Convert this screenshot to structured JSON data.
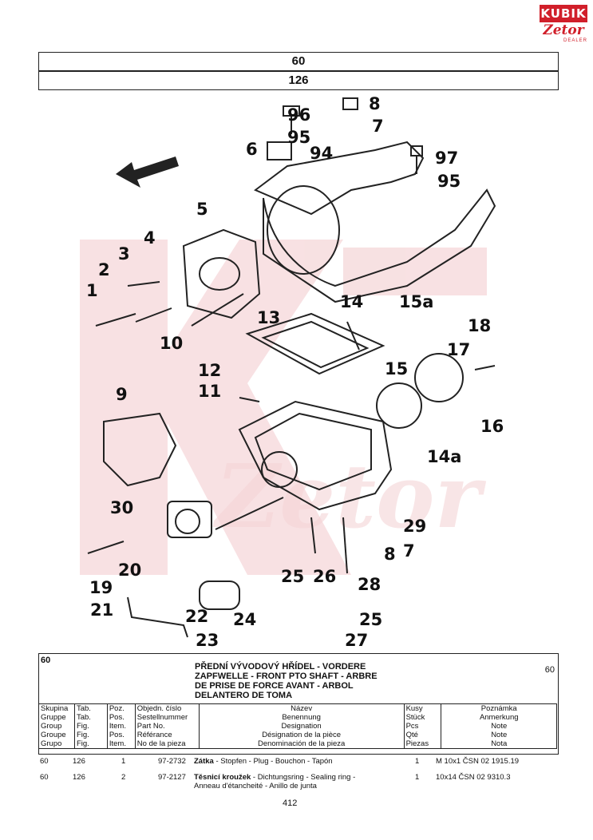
{
  "logo": {
    "brand": "KUBIK",
    "sub": "Zetor",
    "dealer": "DEALER"
  },
  "header": {
    "group": "60",
    "table": "126"
  },
  "callouts": [
    "96",
    "8",
    "95",
    "7",
    "6",
    "94",
    "97",
    "95",
    "5",
    "4",
    "3",
    "2",
    "1",
    "10",
    "13",
    "14",
    "15a",
    "18",
    "17",
    "12",
    "11",
    "15",
    "16",
    "14a",
    "9",
    "30",
    "29",
    "8",
    "7",
    "20",
    "19",
    "25",
    "26",
    "28",
    "21",
    "22",
    "24",
    "23",
    "25",
    "27"
  ],
  "panel": {
    "group_left": "60",
    "group_right": "60",
    "title_lines": [
      "PŘEDNÍ VÝVODOVÝ HŘÍDEL - VORDERE",
      "ZAPFWELLE - FRONT PTO SHAFT - ARBRE",
      "DE PRISE DE FORCE AVANT - ARBOL",
      "DELANTERO DE TOMA"
    ],
    "columns": [
      [
        "Skupina",
        "Gruppe",
        "Group",
        "Groupe",
        "Grupo"
      ],
      [
        "Tab.",
        "Tab.",
        "Fig.",
        "Fig.",
        "Fig."
      ],
      [
        "Poz.",
        "Pos.",
        "Item.",
        "Pos.",
        "Item."
      ],
      [
        "Objedn. číslo",
        "Sestellnummer",
        "Part No.",
        "Référance",
        "No de la pieza"
      ],
      [
        "Název",
        "Benennung",
        "Designation",
        "Désignation de la pièce",
        "Denominación de la pieza"
      ],
      [
        "Kusy",
        "Stück",
        "Pcs",
        "Qté",
        "Piezas"
      ],
      [
        "Poznámka",
        "Anmerkung",
        "Note",
        "Note",
        "Nota"
      ]
    ]
  },
  "rows": [
    {
      "group": "60",
      "table": "126",
      "pos": "1",
      "part": "97-2732",
      "name_bold": "Zátka",
      "name": " - Stopfen - Plug - Bouchon - Tapón",
      "name2": "",
      "qty": "1",
      "note": "M 10x1 ČSN 02 1915.19"
    },
    {
      "group": "60",
      "table": "126",
      "pos": "2",
      "part": "97-2127",
      "name_bold": "Těsnicí kroužek",
      "name": " - Dichtungsring - Sealing ring -",
      "name2": "Anneau d'étancheité - Anillo de junta",
      "qty": "1",
      "note": "10x14 ČSN 02 9310.3"
    }
  ],
  "page_number": "412"
}
